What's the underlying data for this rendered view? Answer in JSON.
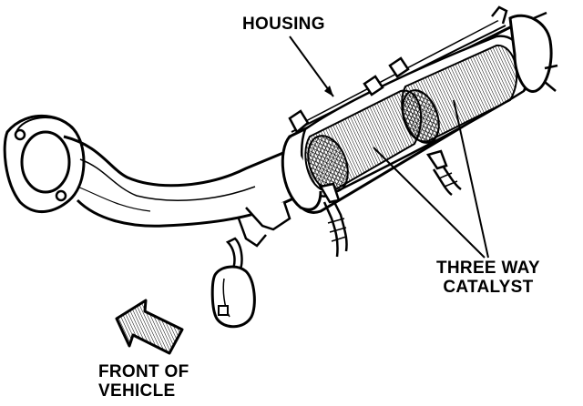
{
  "labels": {
    "housing": "HOUSING",
    "catalyst_line1": "THREE WAY",
    "catalyst_line2": "CATALYST",
    "front_line1": "FRONT OF",
    "front_line2": "VEHICLE"
  },
  "colors": {
    "ink": "#000000",
    "paper": "#ffffff"
  }
}
